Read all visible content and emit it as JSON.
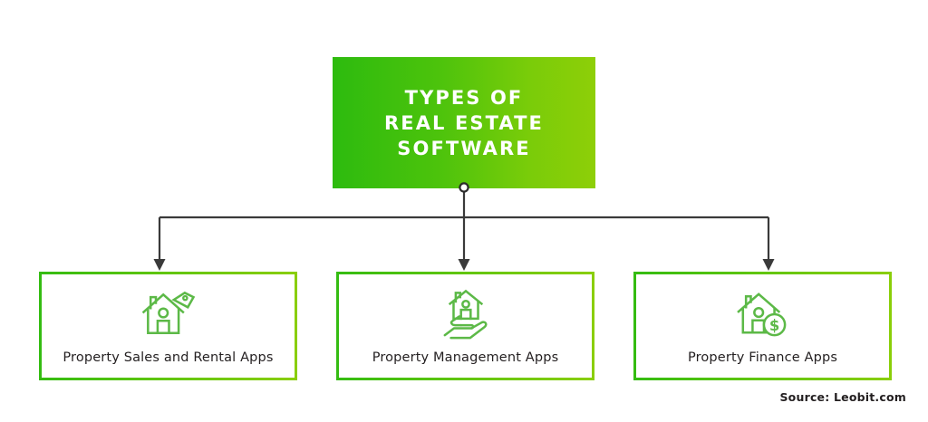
{
  "diagram": {
    "type": "hierarchy-tree",
    "background_color": "#ffffff",
    "title_card": {
      "lines": [
        "TYPES OF",
        "REAL ESTATE",
        "SOFTWARE"
      ],
      "text_color": "#ffffff",
      "gradient_from": "#2DBB0E",
      "gradient_to": "#8ECF08"
    },
    "connector": {
      "color": "#3a3a3a",
      "node_marker": "circle-node"
    },
    "nodes": [
      {
        "label": "Property Sales and Rental Apps",
        "icon": "house-with-price-tag-icon",
        "border_from": "#34BC12",
        "border_to": "#8ACE09",
        "icon_color": "#5CB947"
      },
      {
        "label": "Property Management Apps",
        "icon": "house-in-hand-icon",
        "border_from": "#34BC12",
        "border_to": "#8ACE09",
        "icon_color": "#5CB947"
      },
      {
        "label": "Property Finance Apps",
        "icon": "house-with-dollar-coin-icon",
        "border_from": "#34BC12",
        "border_to": "#8ACE09",
        "icon_color": "#5CB947"
      }
    ],
    "footer": {
      "source": "Source: Leobit.com"
    }
  }
}
